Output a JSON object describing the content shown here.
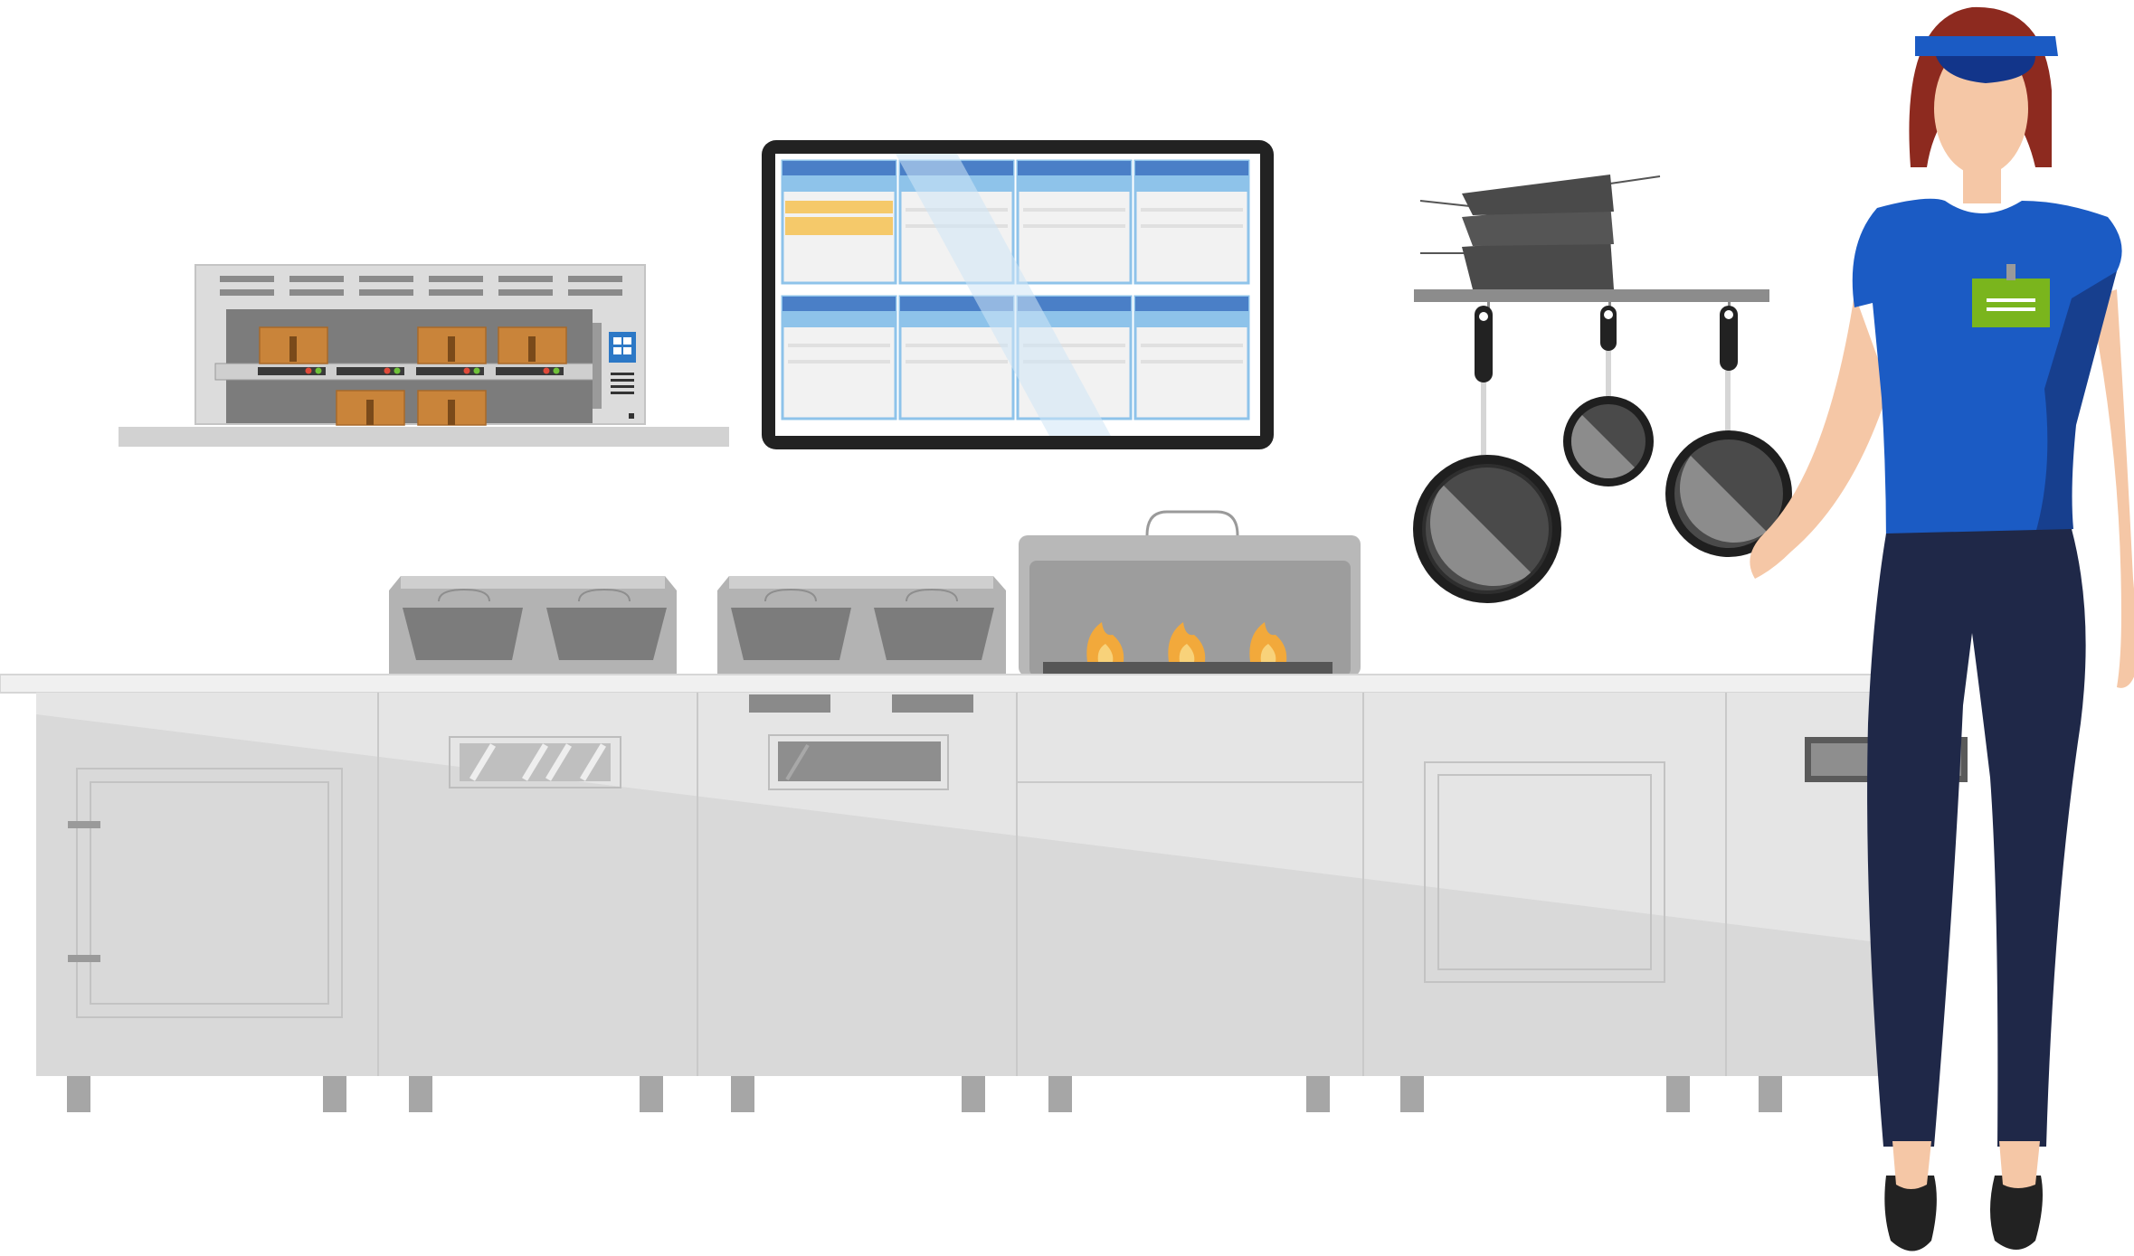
{
  "scene": {
    "background": "#ffffff",
    "stainless_light": "#e4e4e4",
    "stainless_mid": "#b5b5b5",
    "stainless_dark": "#7a7a7a",
    "screen_accent": "#4a7fc7",
    "screen_header": "#8ec3ea",
    "screen_highlight": "#f5c96a",
    "food_box": "#c9843a",
    "flame": "#f2a93b",
    "uniform_blue": "#1b5bc4",
    "uniform_pants": "#1f2848",
    "badge_green": "#7ab51d",
    "hair": "#8d2a1f",
    "skin": "#f5c7a6"
  },
  "kds": {
    "columns": 4,
    "rows": 2,
    "highlighted_ticket": 0
  },
  "fryer_count": 2,
  "broiler_flames": 3
}
